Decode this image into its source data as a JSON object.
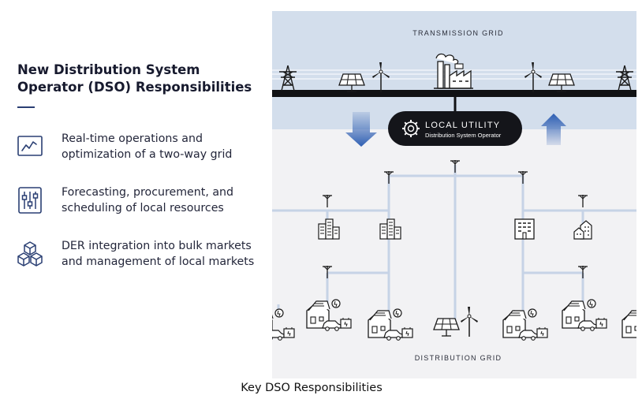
{
  "heading": "New Distribution System Operator (DSO) Responsibilities",
  "responsibilities": [
    {
      "icon": "line-chart-icon",
      "text": "Real-time operations and optimization of a two-way grid"
    },
    {
      "icon": "sliders-icon",
      "text": "Forecasting, procurement, and scheduling of local resources"
    },
    {
      "icon": "cubes-icon",
      "text": "DER integration into bulk markets and management of local markets"
    }
  ],
  "diagram": {
    "transmission_label": "TRANSMISSION GRID",
    "utility_title": "LOCAL UTILITY",
    "utility_subtitle": "Distribution System Operator",
    "distribution_label": "DISTRIBUTION GRID"
  },
  "caption": "Key DSO Responsibilities",
  "colors": {
    "transmission_bg": "#d3deec",
    "distribution_bg": "#f2f2f4",
    "line_color": "#c6d3e6",
    "arrow_blue": "#2f5fb3",
    "pill_bg": "#14151a"
  }
}
